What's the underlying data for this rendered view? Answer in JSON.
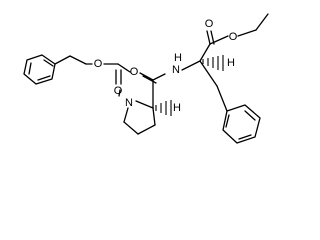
{
  "molecule": {
    "atoms": {
      "ester_O_double": "O",
      "ester_O_single": "O",
      "amide_N": "N",
      "amide_H": "H",
      "amide_O": "O",
      "alpha_H_phe": "H",
      "alpha_H_pro": "H",
      "carbamate_O_single": "O",
      "carbamate_O_double": "O",
      "pro_N": "N"
    }
  }
}
